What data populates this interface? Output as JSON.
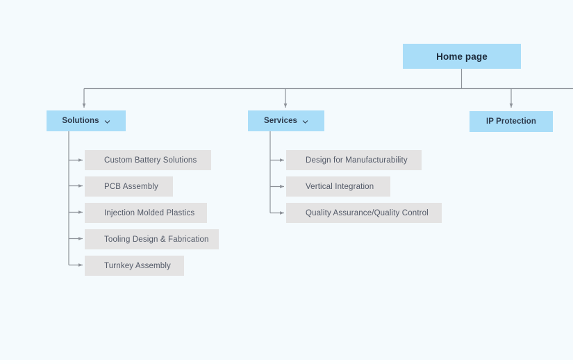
{
  "diagram": {
    "type": "sitemap-tree",
    "background_color": "#f4fafd",
    "colors": {
      "root_fill": "#a9ddf8",
      "branch_fill": "#a9ddf8",
      "leaf_fill": "#e4e3e3",
      "connector": "#8d9299",
      "root_text": "#1c2a3a",
      "branch_text": "#2d3a4c",
      "leaf_text": "#535a68"
    },
    "root": {
      "label": "Home page",
      "icon": "none"
    },
    "branches": [
      {
        "label": "Solutions",
        "icon": "chevron-down-icon",
        "children": [
          {
            "label": "Custom Battery Solutions"
          },
          {
            "label": "PCB Assembly"
          },
          {
            "label": "Injection Molded Plastics"
          },
          {
            "label": "Tooling Design & Fabrication"
          },
          {
            "label": "Turnkey Assembly"
          }
        ]
      },
      {
        "label": "Services",
        "icon": "chevron-down-icon",
        "children": [
          {
            "label": "Design for Manufacturability"
          },
          {
            "label": "Vertical Integration"
          },
          {
            "label": "Quality Assurance/Quality Control"
          }
        ]
      },
      {
        "label": "IP Protection",
        "icon": "none",
        "children": []
      }
    ]
  }
}
